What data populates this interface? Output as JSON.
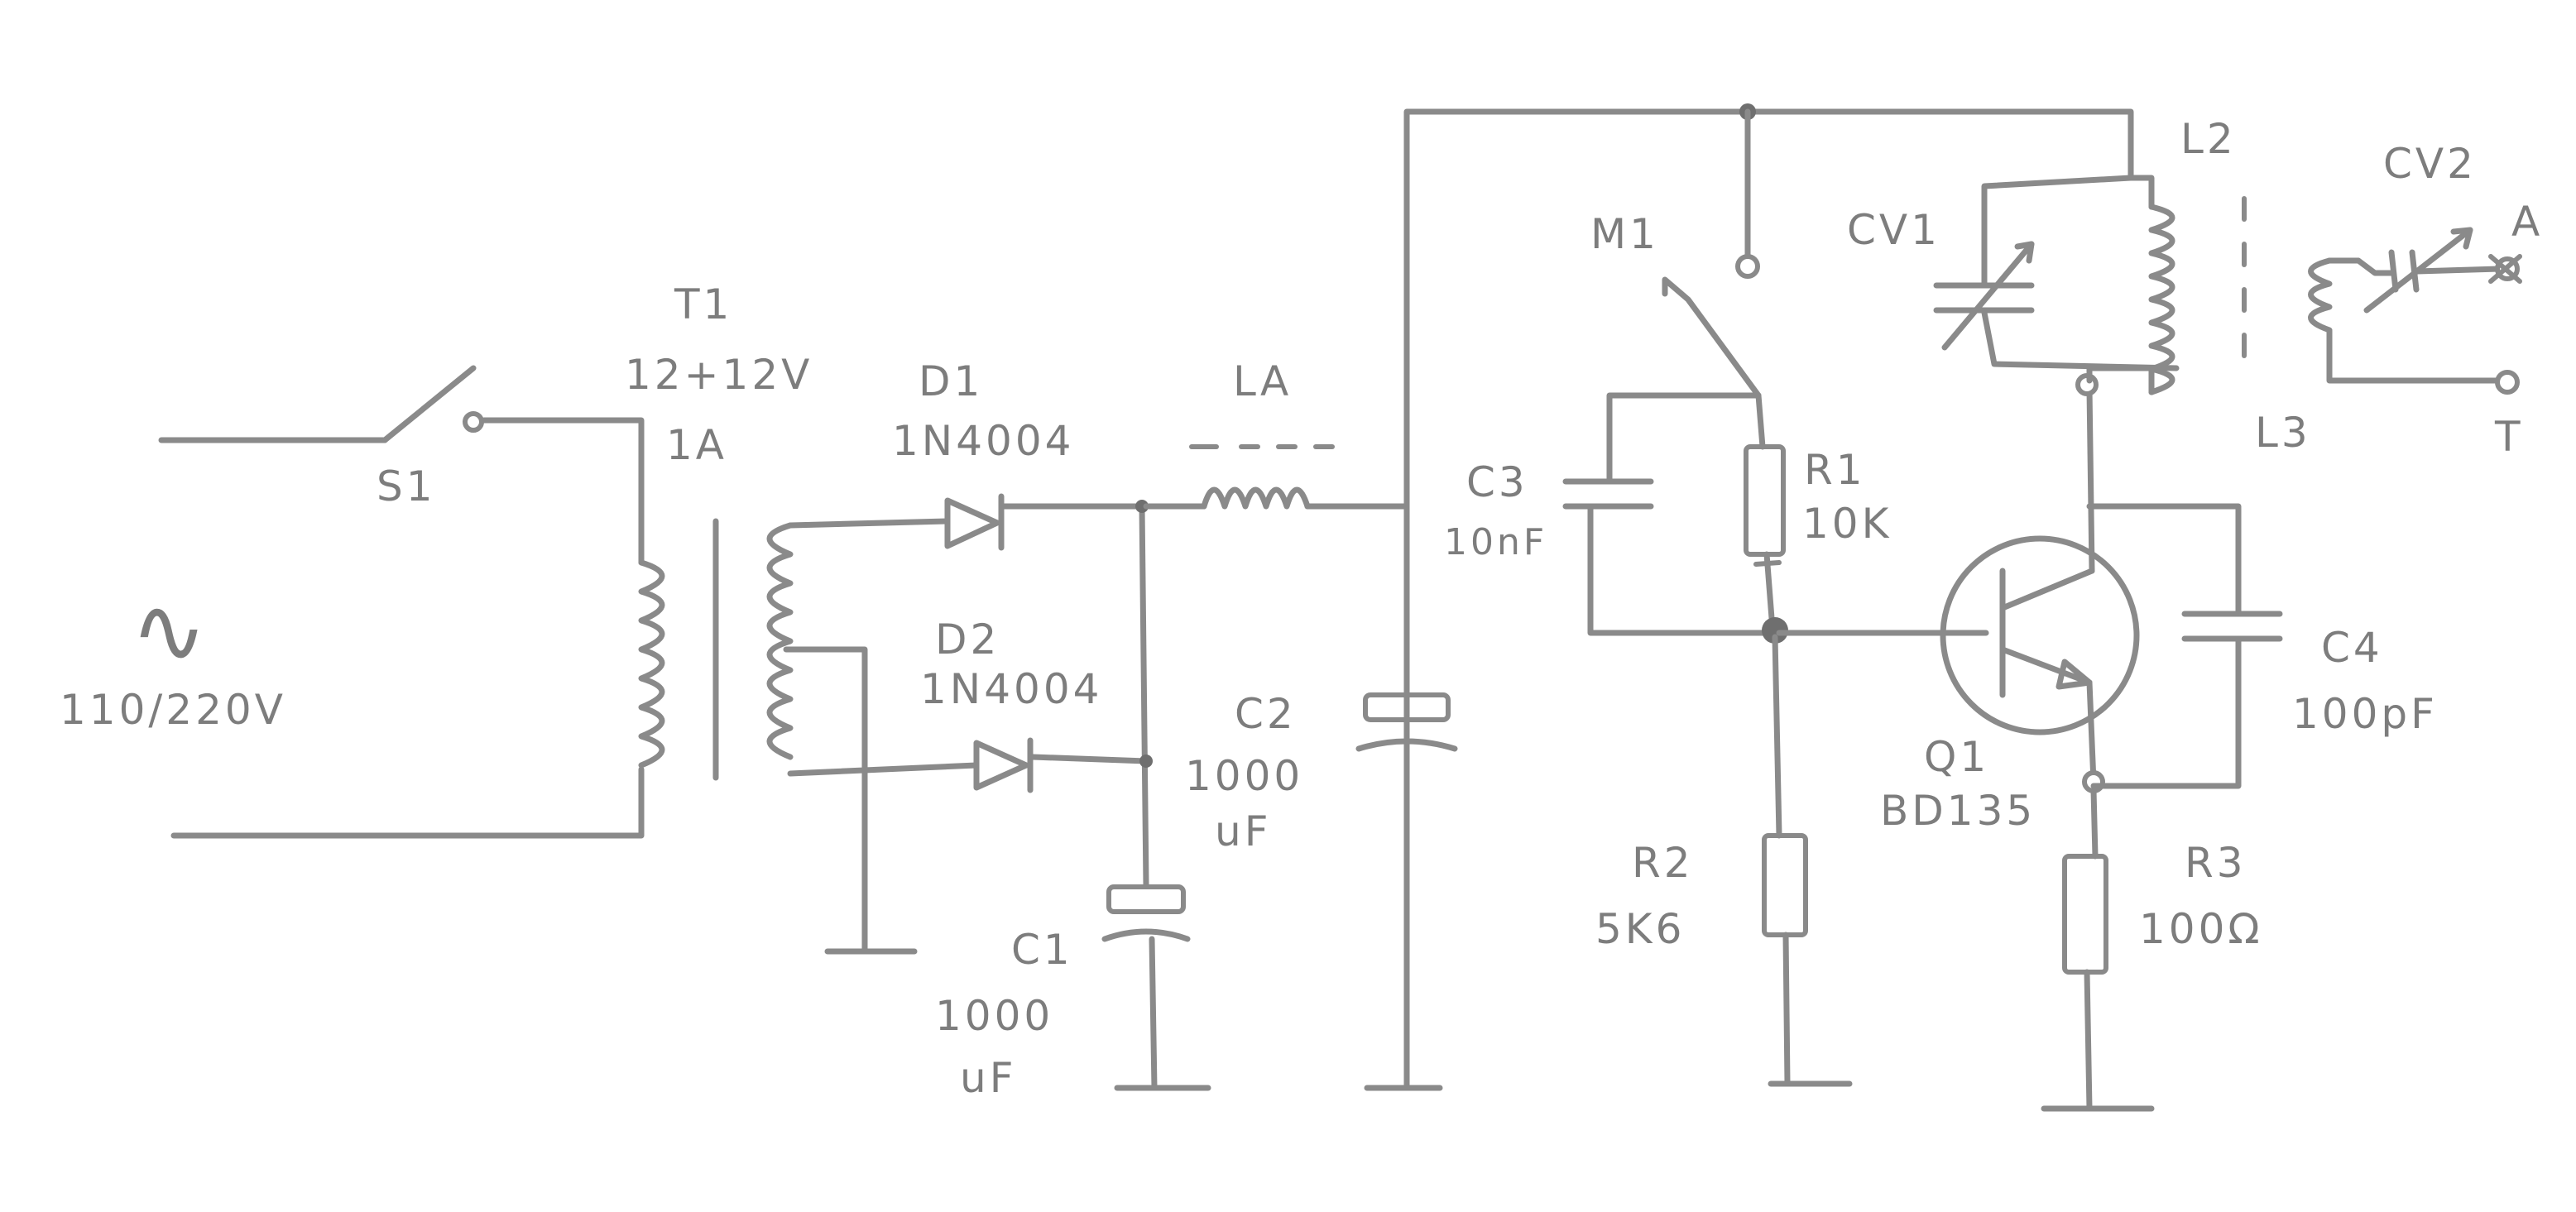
{
  "source": {
    "symbol": "∿",
    "voltage": "110/220V"
  },
  "switch": {
    "ref": "S1"
  },
  "transformer": {
    "ref": "T1",
    "voltage": "12+12V",
    "current": "1A"
  },
  "diodes": [
    {
      "ref": "D1",
      "part": "1N4004"
    },
    {
      "ref": "D2",
      "part": "1N4004"
    }
  ],
  "inductor_la": {
    "ref": "LA"
  },
  "capacitors": {
    "c1": {
      "ref": "C1",
      "value": "1000",
      "unit": "uF"
    },
    "c2": {
      "ref": "C2",
      "value": "1000",
      "unit": "uF"
    },
    "c3": {
      "ref": "C3",
      "value": "10nF"
    },
    "c4": {
      "ref": "C4",
      "value": "100pF"
    }
  },
  "meter": {
    "ref": "M1"
  },
  "resistors": {
    "r1": {
      "ref": "R1",
      "value": "10K"
    },
    "r2": {
      "ref": "R2",
      "value": "5K6"
    },
    "r3": {
      "ref": "R3",
      "value": "100Ω"
    }
  },
  "transistor": {
    "ref": "Q1",
    "part": "BD135"
  },
  "tank": {
    "cv1": "CV1",
    "l2": "L2",
    "l3": "L3",
    "cv2": "CV2"
  },
  "outputs": {
    "a": "A",
    "t": "T"
  },
  "style": {
    "ink": "#8a8a8a",
    "paper": "#ffffff"
  }
}
